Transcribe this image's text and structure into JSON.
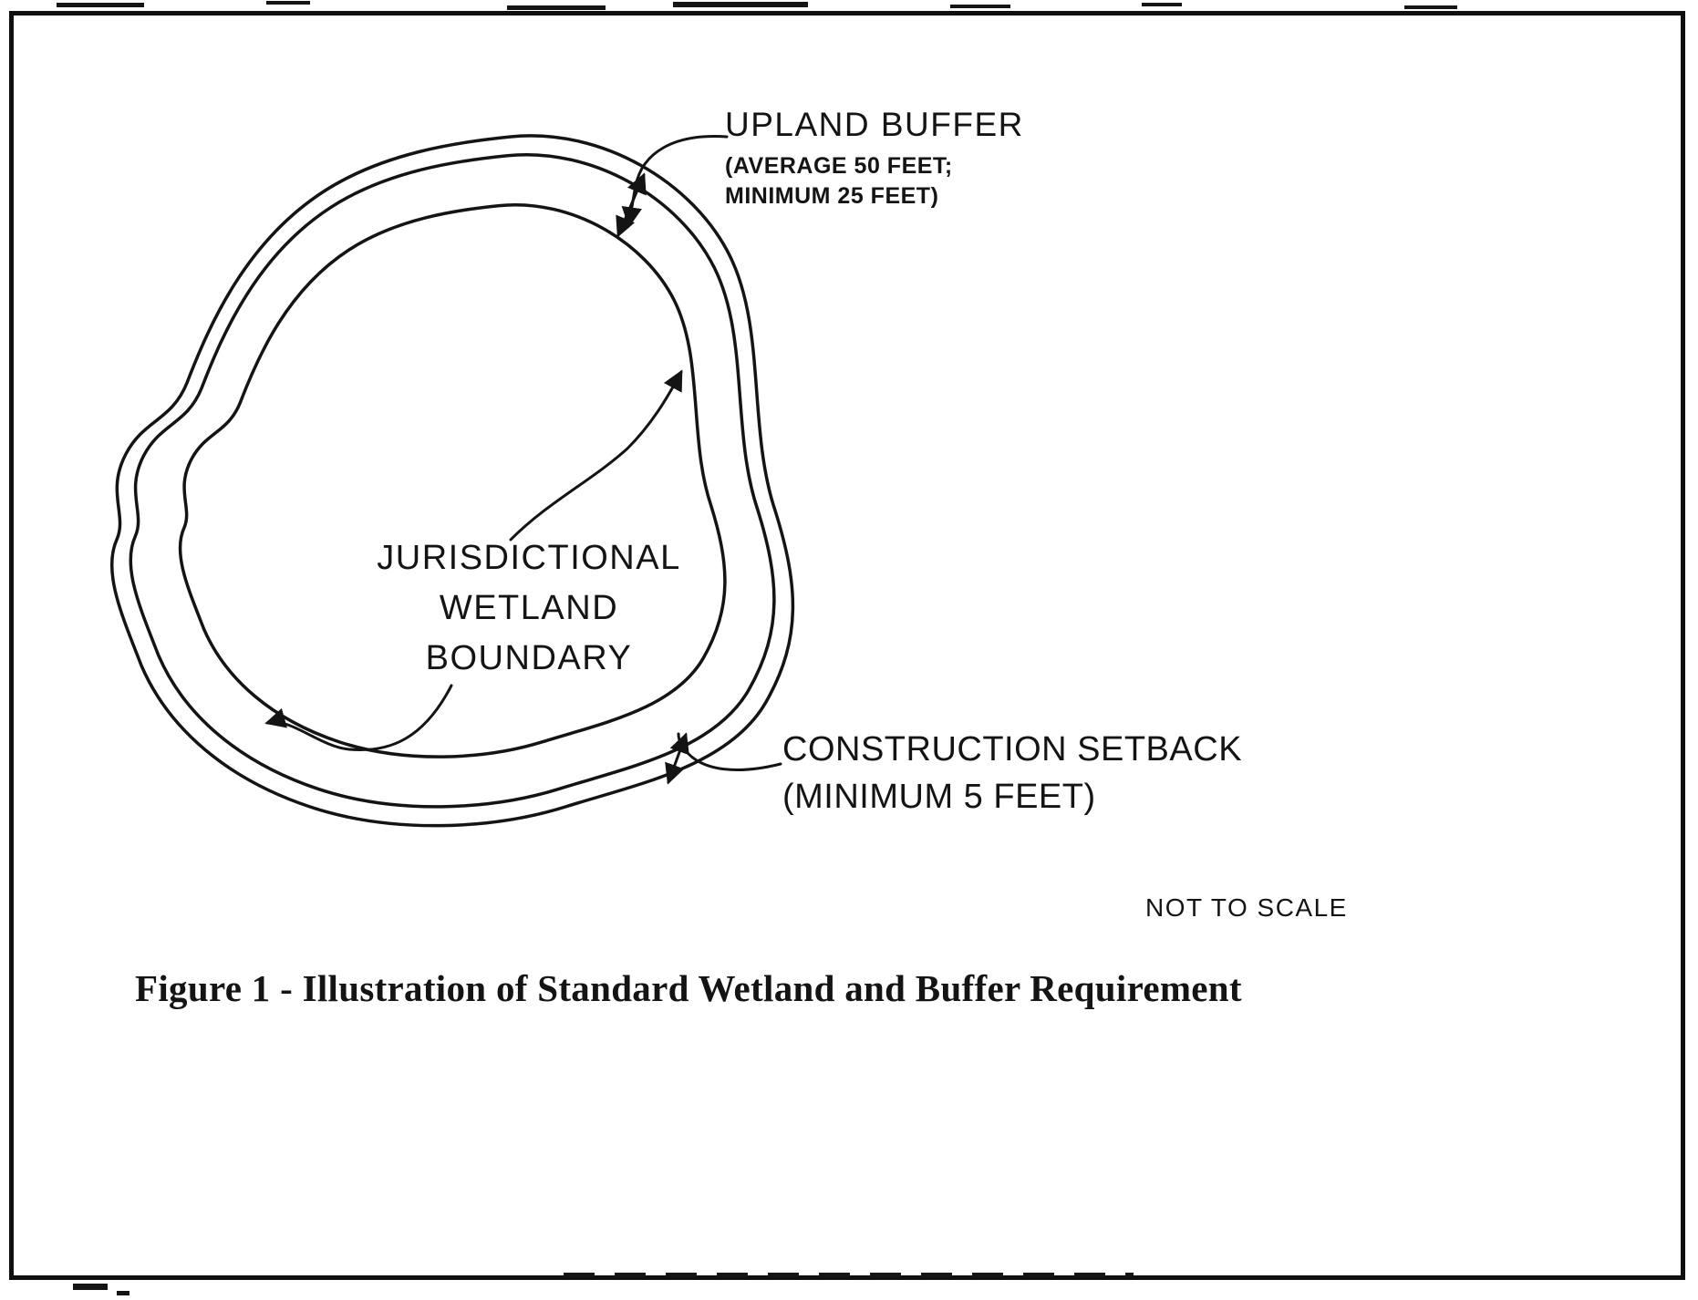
{
  "figure": {
    "labels": {
      "upland_buffer": {
        "title": "UPLAND BUFFER",
        "detail_line1": "(AVERAGE 50 FEET;",
        "detail_line2": "MINIMUM 25 FEET)"
      },
      "wetland_boundary": {
        "line1": "JURISDICTIONAL",
        "line2": "WETLAND",
        "line3": "BOUNDARY"
      },
      "construction_setback": {
        "line1": "CONSTRUCTION SETBACK",
        "line2": "(MINIMUM 5 FEET)"
      },
      "scale_note": "NOT TO SCALE"
    },
    "caption": "Figure 1 - Illustration of Standard Wetland and Buffer Requirement",
    "colors": {
      "ink": "#141414",
      "paper": "#ffffff"
    }
  }
}
